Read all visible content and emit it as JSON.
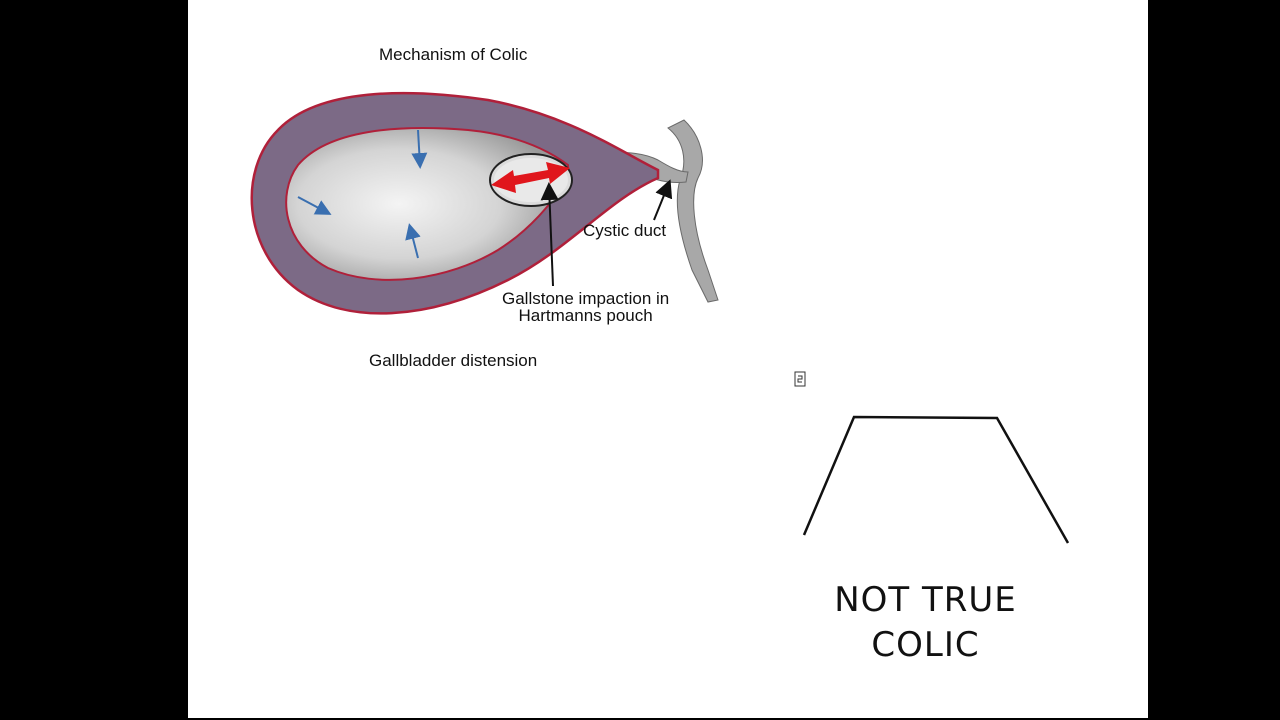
{
  "diagram": {
    "title": "Mechanism of Colic",
    "labels": {
      "cystic_duct": "Cystic duct",
      "gallstone_line1": "Gallstone impaction in",
      "gallstone_line2": "Hartmanns pouch",
      "distension": "Gallbladder distension"
    },
    "colors": {
      "wall": "#7c6a86",
      "wall_edge": "#b0203a",
      "lumen": "#d8d8d8",
      "stone_arrow": "#e0161c",
      "pressure_arrows": "#3a6fb0",
      "duct": "#a9a9a9"
    }
  },
  "pain_pattern": {
    "line1": "NOT TRUE",
    "line2": "COLIC"
  },
  "icons": {
    "cursor": "cursor-icon"
  }
}
